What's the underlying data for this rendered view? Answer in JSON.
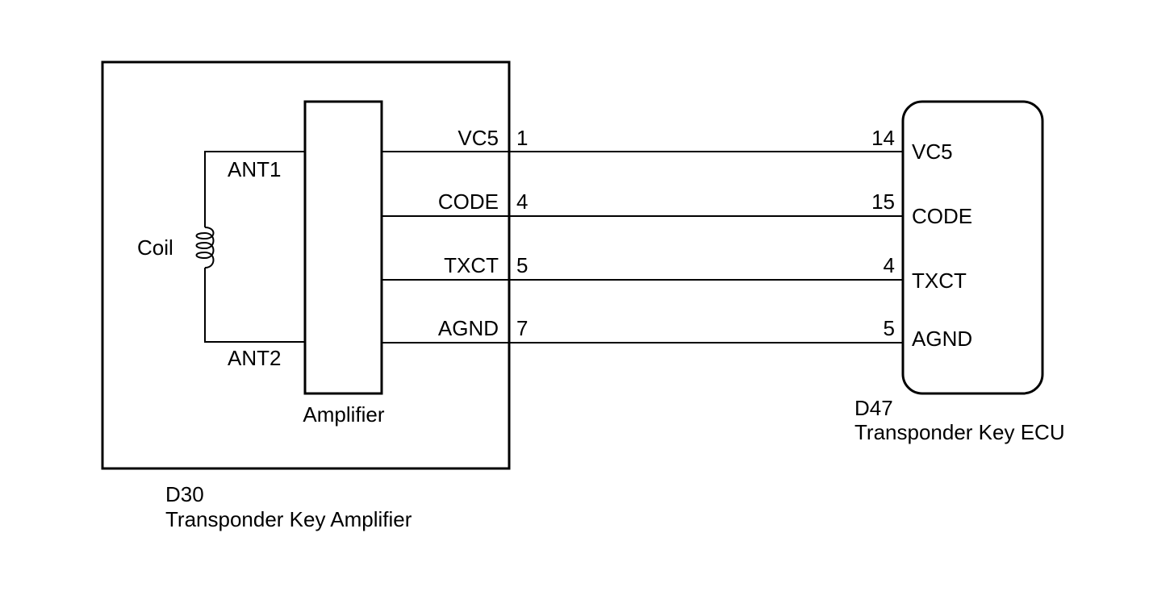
{
  "amplifier_unit": {
    "connector_id": "D30",
    "name": "Transponder Key Amplifier",
    "amplifier_label": "Amplifier",
    "coil_label": "Coil",
    "antenna_terminals": [
      "ANT1",
      "ANT2"
    ]
  },
  "ecu_unit": {
    "connector_id": "D47",
    "name": "Transponder Key ECU"
  },
  "wires": [
    {
      "signal": "VC5",
      "amp_pin": "1",
      "ecu_pin": "14"
    },
    {
      "signal": "CODE",
      "amp_pin": "4",
      "ecu_pin": "15"
    },
    {
      "signal": "TXCT",
      "amp_pin": "5",
      "ecu_pin": "4"
    },
    {
      "signal": "AGND",
      "amp_pin": "7",
      "ecu_pin": "5"
    }
  ],
  "colors": {
    "line": "#000000",
    "background": "#ffffff"
  }
}
